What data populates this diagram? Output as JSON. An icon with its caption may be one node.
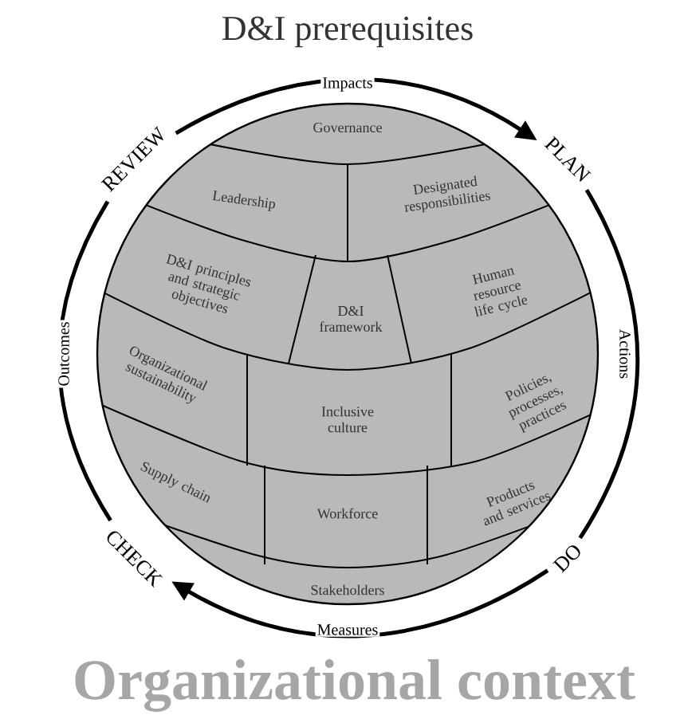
{
  "diagram": {
    "title": "D&I prerequisites",
    "nodes": [
      {
        "text": [
          "Governance"
        ]
      },
      {
        "text": [
          "Leadership"
        ]
      },
      {
        "text": [
          "Designated responsibilities"
        ]
      },
      {
        "text": [
          "D&I principles and strategic objectives"
        ]
      },
      {
        "text": [
          "D&I framework"
        ]
      },
      {
        "text": [
          "Human resource life cycle"
        ]
      },
      {
        "text": [
          "Organizational sustainability"
        ]
      },
      {
        "text": [
          "Inclusive culture"
        ]
      },
      {
        "text": [
          "Policies, processes, practices"
        ]
      },
      {
        "text": [
          "Supply chain"
        ]
      },
      {
        "text": [
          "Workforce"
        ]
      },
      {
        "text": [
          "Products and services"
        ]
      },
      {
        "text": [
          "Stakeholders"
        ]
      },
      {
        "text": [
          "REVIEW"
        ]
      },
      {
        "text": [
          "PLAN"
        ]
      },
      {
        "text": [
          "DO"
        ]
      },
      {
        "text": [
          "CHECK"
        ]
      }
    ],
    "edges": [
      {
        "from": 13,
        "to": 14,
        "arrow": "to",
        "label": "Impacts"
      },
      {
        "from": 14,
        "to": 15,
        "arrow": "none",
        "label": "Actions"
      },
      {
        "from": 15,
        "to": 16,
        "arrow": "to",
        "label": "Measures"
      },
      {
        "from": 16,
        "to": 13,
        "arrow": "none",
        "label": "Outcomes"
      }
    ],
    "labels": [
      "Organizational context"
    ]
  }
}
